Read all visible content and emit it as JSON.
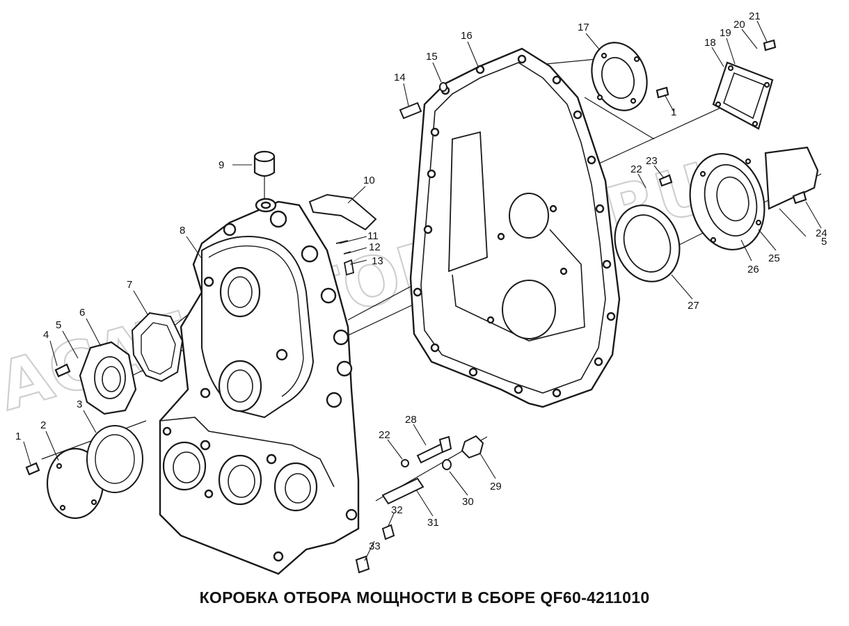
{
  "title": "КОРОБКА ОТБОРА МОЩНОСТИ В СБОРЕ QF60-4211010",
  "watermark": "ACAT.AUTOPERE.RU",
  "callouts": [
    "1",
    "2",
    "3",
    "4",
    "5",
    "6",
    "7",
    "8",
    "9",
    "10",
    "11",
    "12",
    "13",
    "14",
    "15",
    "16",
    "17",
    "18",
    "19",
    "20",
    "21",
    "22",
    "23",
    "24",
    "25",
    "26",
    "27",
    "28",
    "29",
    "30",
    "31",
    "32",
    "33"
  ],
  "colors": {
    "line": "#1a1a1a",
    "watermark": "#cfcfcf"
  }
}
